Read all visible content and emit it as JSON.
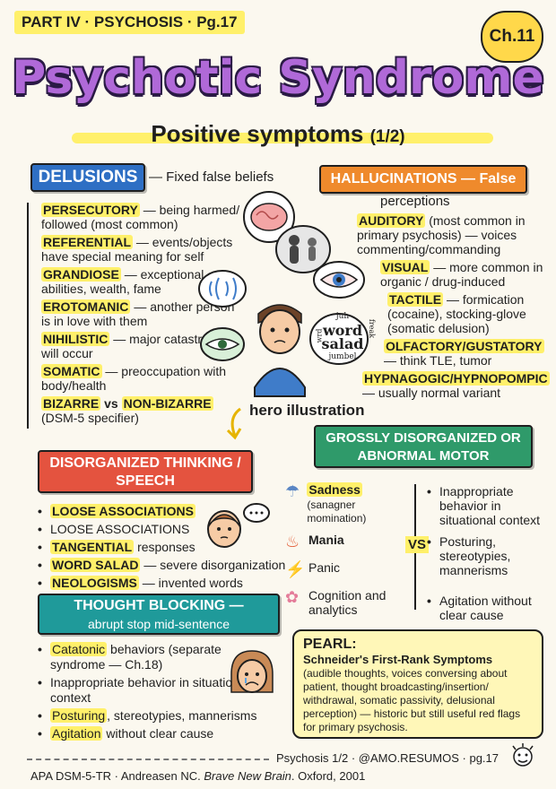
{
  "header": {
    "part_label": "PART IV · PSYCHOSIS · Pg.17",
    "chapter_badge": "Ch.11",
    "title": "Psychotic Syndrome",
    "subtitle": "Positive symptoms",
    "subtitle_part": "(1/2)"
  },
  "delusions": {
    "heading": "DELUSIONS",
    "definition": "— Fixed false beliefs",
    "items": [
      {
        "term": "PERSECUTORY",
        "desc": "— being harmed/ followed (most common)"
      },
      {
        "term": "REFERENTIAL",
        "desc": "— events/objects have special meaning for self"
      },
      {
        "term": "GRANDIOSE",
        "desc": "— exceptional abilities, wealth, fame"
      },
      {
        "term": "EROTOMANIC",
        "desc": "— another person is in love with them"
      },
      {
        "term": "NIHILISTIC",
        "desc": "— major catastrophe will occur"
      },
      {
        "term": "SOMATIC",
        "desc": "— preoccupation with body/health"
      }
    ],
    "bizarre": {
      "term1": "BIZARRE",
      "vs": "vs",
      "term2": "NON-BIZARRE",
      "note": "(DSM-5 specifier)"
    }
  },
  "hallucinations": {
    "heading": "HALLUCINATIONS — False",
    "heading_cont": "perceptions",
    "items": [
      {
        "term": "AUDITORY",
        "desc": "(most common in primary psychosis) — voices commenting/commanding"
      },
      {
        "term": "VISUAL",
        "desc": "— more common in organic / drug-induced"
      },
      {
        "term": "TACTILE",
        "desc": "— formication (cocaine), stocking-glove (somatic delusion)"
      },
      {
        "term": "OLFACTORY/GUSTATORY",
        "desc": "— think TLE, tumor"
      },
      {
        "term": "HYPNAGOGIC/HYPNOPOMPIC",
        "desc": "— usually normal variant"
      }
    ]
  },
  "illustration": {
    "caption": "hero illustration",
    "word_salad": [
      "juh",
      "word",
      "salad",
      "jumbel",
      "wrd",
      "freak"
    ]
  },
  "disorganized_thinking": {
    "heading": "DISORGANIZED THINKING / SPEECH",
    "items": [
      {
        "term": "LOOSE ASSOCIATIONS",
        "desc": ""
      },
      {
        "term": "",
        "desc": "LOOSE ASSOCIATIONS"
      },
      {
        "term": "TANGENTIAL",
        "desc": " responses"
      },
      {
        "term": "WORD SALAD",
        "desc": " — severe disorganization"
      },
      {
        "term": "NEOLOGISMS",
        "desc": " — invented words"
      }
    ]
  },
  "thought_blocking": {
    "heading": "THOUGHT BLOCKING —",
    "heading_sub": "abrupt stop mid-sentence",
    "items": [
      {
        "term": "Catatonic",
        "desc": " behaviors (separate syndrome — Ch.18)"
      },
      {
        "term": "",
        "desc": "Inappropriate behavior in situational context"
      },
      {
        "term": "Posturing",
        "desc": ", stereotypies, mannerisms"
      },
      {
        "term": "Agitation",
        "desc": " without clear cause"
      }
    ]
  },
  "motor": {
    "heading": "GROSSLY DISORGANIZED OR ABNORMAL MOTOR",
    "left": [
      {
        "label": "Sadness",
        "sub": "(sanagner momination)",
        "icon": "rain-cloud-icon"
      },
      {
        "label": "Mania",
        "sub": "",
        "icon": "flame-icon"
      },
      {
        "label": "Panic",
        "sub": "",
        "icon": "lightning-icon"
      },
      {
        "label": "Cognition and analytics",
        "sub": "",
        "icon": "brain-icon"
      }
    ],
    "vs": "VS",
    "right": [
      "Inappropriate behavior in situational context",
      "Posturing, stereotypies, mannerisms",
      "Agitation without clear cause"
    ]
  },
  "pearl": {
    "heading": "PEARL:",
    "title": "Schneider's First-Rank Symptoms",
    "body": "(audible thoughts, voices conversing about patient, thought broadcasting/insertion/ withdrawal, somatic passivity, delusional perception) — historic but still useful red flags for primary psychosis."
  },
  "footer": {
    "nav": "Psychosis 1/2 · @AMO.RESUMOS · pg.17",
    "citation_prefix": "APA DSM-5-TR · Andreasen NC. ",
    "citation_title": "Brave New Brain",
    "citation_suffix": ". Oxford, 2001"
  },
  "colors": {
    "title": "#b069d8",
    "delusions_ribbon": "#2e6fc4",
    "hallucinations_ribbon": "#ef8a2c",
    "disorganized_ribbon": "#e4533f",
    "thought_ribbon": "#1f9a9a",
    "motor_ribbon": "#2f9a6a",
    "highlight": "#fff06a",
    "badge": "#ffd84a"
  }
}
